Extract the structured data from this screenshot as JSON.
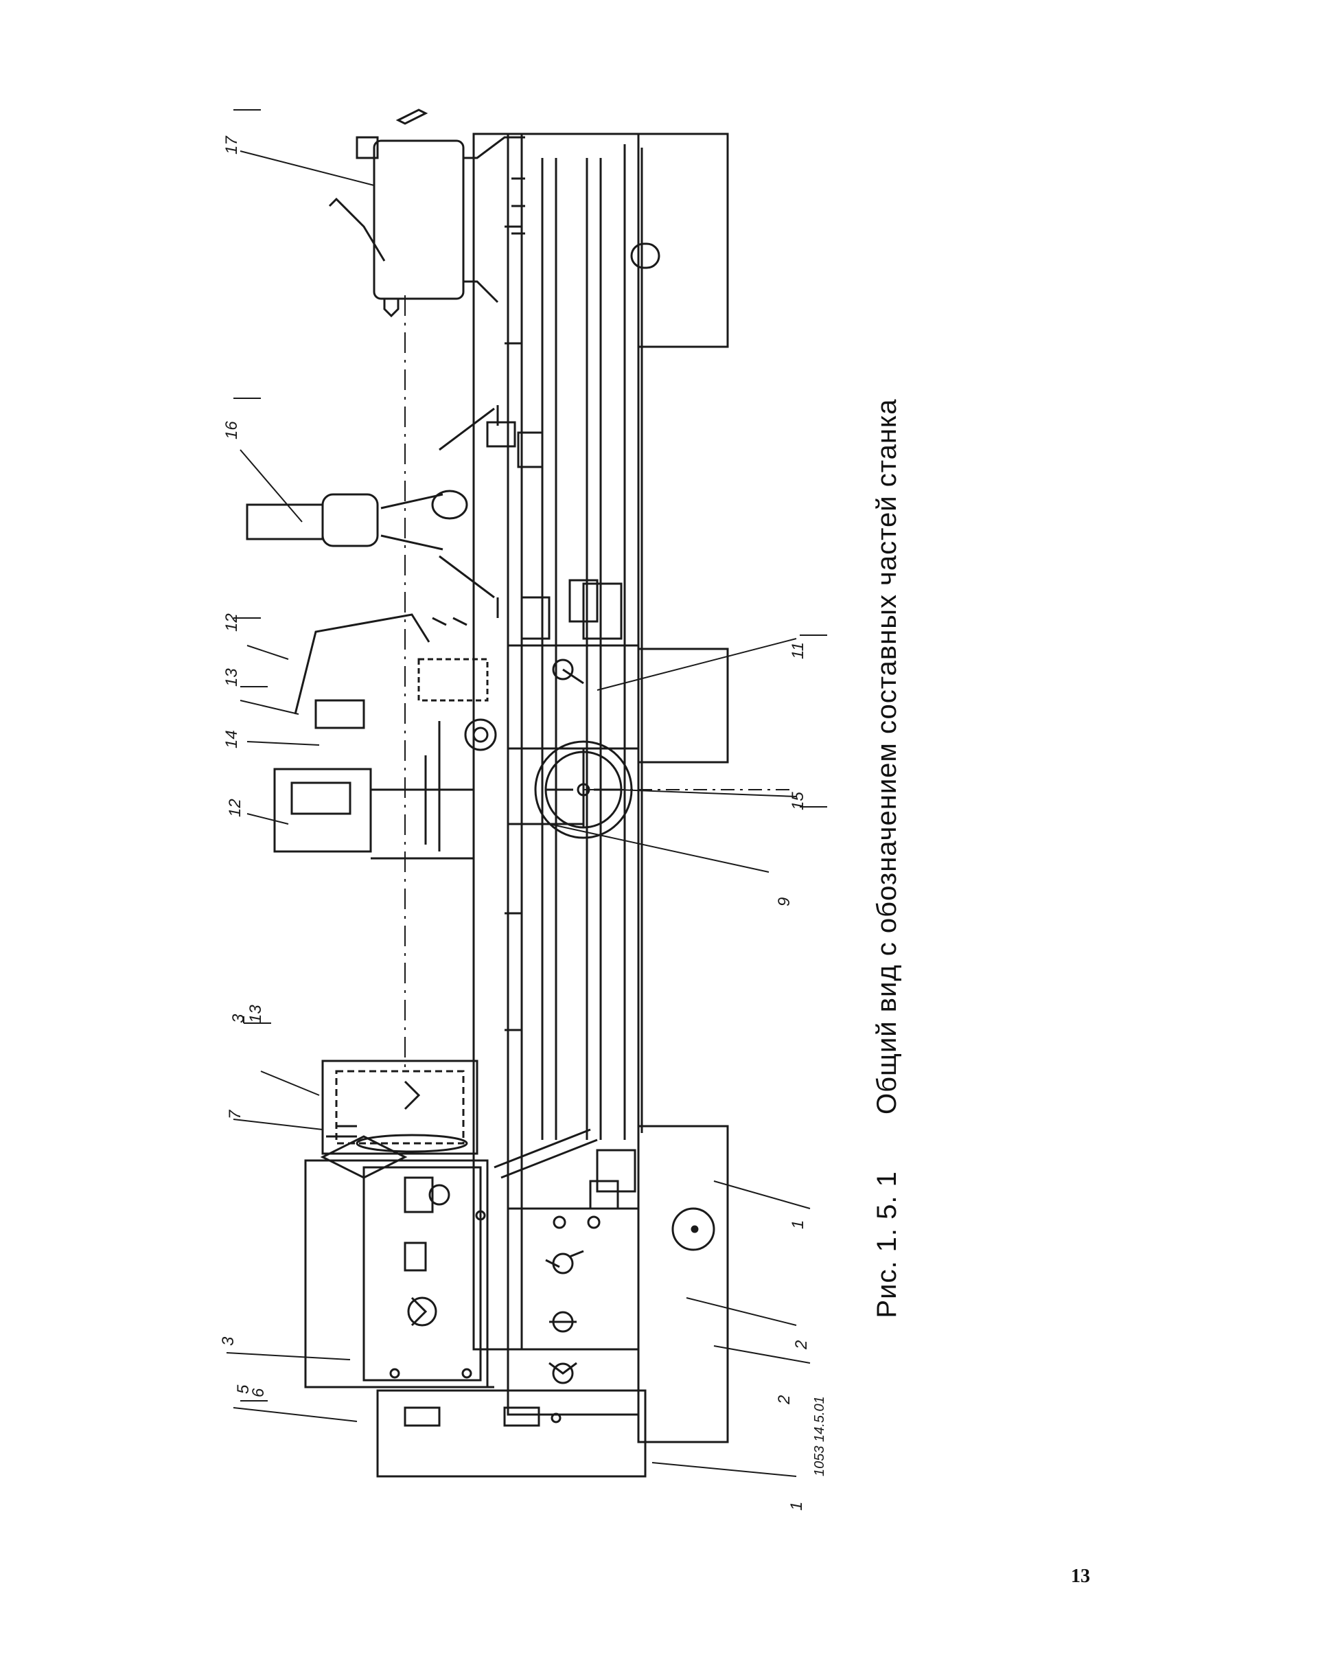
{
  "figure": {
    "number": "Рис. 1. 5. 1",
    "caption": "Общий вид с обозначением составных частей станка"
  },
  "page_number": "13",
  "callouts": [
    "1",
    "2",
    "3",
    "5",
    "6",
    "3",
    "13",
    "7",
    "12",
    "14",
    "13",
    "12",
    "16",
    "17",
    "11",
    "15",
    "9",
    "1",
    "2"
  ],
  "margin_note": "1053 14.5.01",
  "colors": {
    "ink": "#1a1a1a",
    "paper": "#ffffff"
  }
}
